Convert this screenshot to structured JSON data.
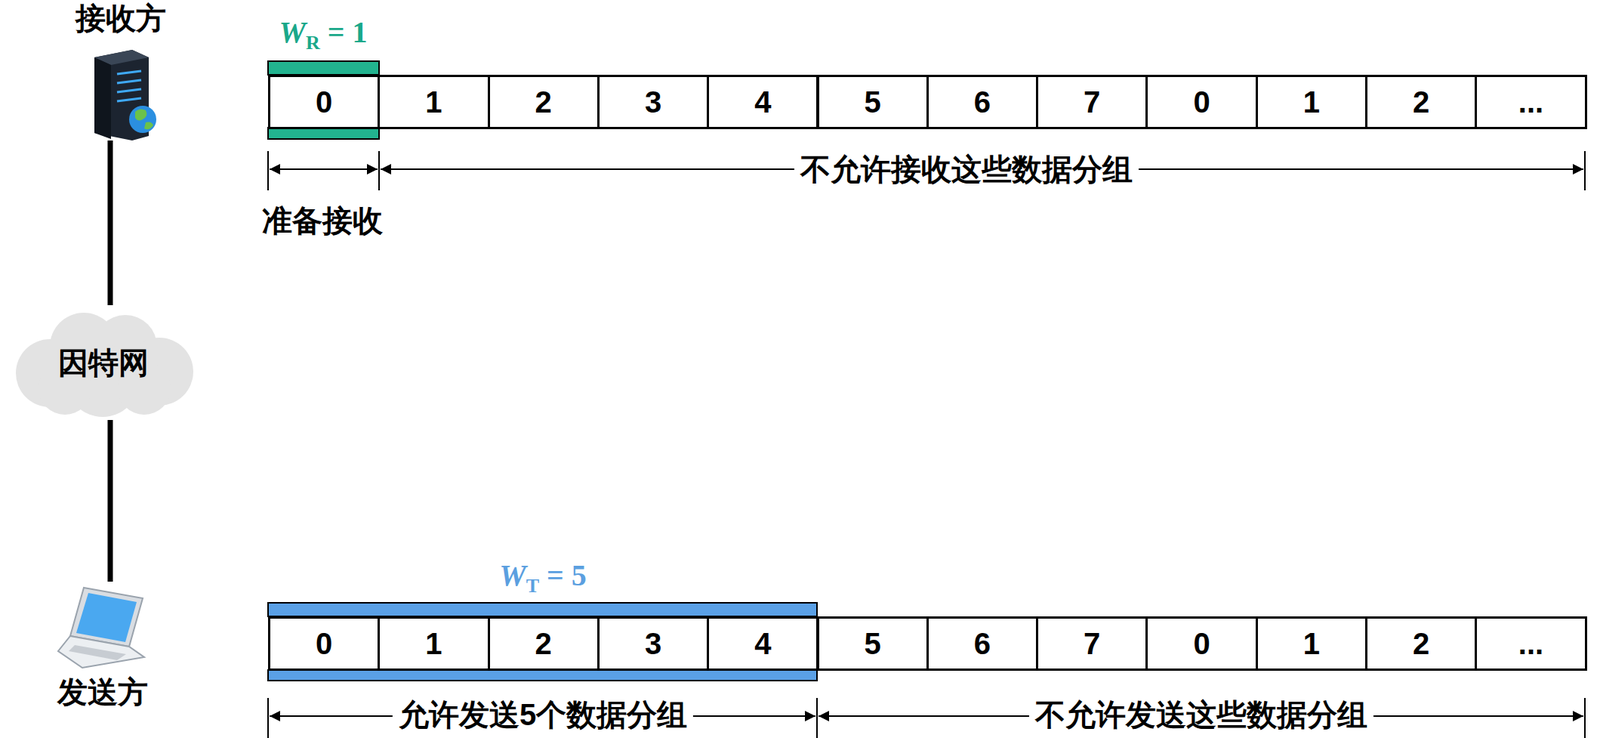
{
  "diagram": {
    "nodes": [
      {
        "text": [
          "接收方"
        ]
      },
      {
        "text": [
          "0"
        ]
      },
      {
        "text": [
          "1"
        ]
      },
      {
        "text": [
          "2"
        ]
      },
      {
        "text": [
          "3"
        ]
      },
      {
        "text": [
          "4"
        ]
      },
      {
        "text": [
          "5"
        ]
      },
      {
        "text": [
          "6"
        ]
      },
      {
        "text": [
          "7"
        ]
      },
      {
        "text": [
          "0"
        ]
      },
      {
        "text": [
          "1"
        ]
      },
      {
        "text": [
          "2"
        ]
      },
      {
        "text": [
          "..."
        ]
      },
      {
        "text": [
          "因特网"
        ]
      },
      {
        "text": [
          "发送方"
        ]
      },
      {
        "text": [
          "0"
        ]
      },
      {
        "text": [
          "1"
        ]
      },
      {
        "text": [
          "2"
        ]
      },
      {
        "text": [
          "3"
        ]
      },
      {
        "text": [
          "4"
        ]
      },
      {
        "text": [
          "5"
        ]
      },
      {
        "text": [
          "6"
        ]
      },
      {
        "text": [
          "7"
        ]
      },
      {
        "text": [
          "0"
        ]
      },
      {
        "text": [
          "1"
        ]
      },
      {
        "text": [
          "2"
        ]
      },
      {
        "text": [
          "..."
        ]
      }
    ],
    "edges": [
      {
        "from": 0,
        "to": 13,
        "arrow": "none"
      },
      {
        "from": 13,
        "to": 14,
        "arrow": "none"
      }
    ],
    "labels": [
      "W",
      "R",
      "= 1",
      "准备接收",
      "不允许接收这些数据分组",
      "W",
      "T",
      "= 5",
      "允许发送5个数据分组",
      "不允许发送这些数据分组"
    ]
  }
}
